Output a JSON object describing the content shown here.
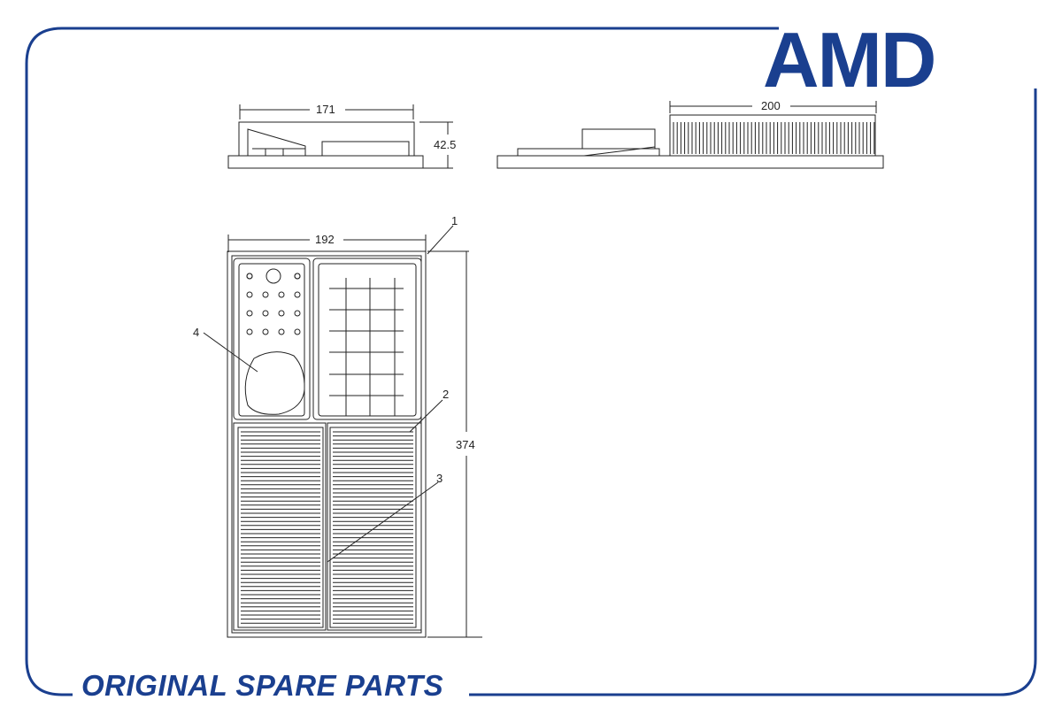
{
  "brand": {
    "logo_text": "AMD",
    "footer_text": "ORIGINAL SPARE PARTS",
    "primary_color": "#1a3f8f"
  },
  "drawing": {
    "dimensions": {
      "top_width": "171",
      "top_height": "42.5",
      "side_length": "200",
      "plan_width": "192",
      "plan_length": "374"
    },
    "callouts": [
      "1",
      "2",
      "3",
      "4"
    ]
  }
}
